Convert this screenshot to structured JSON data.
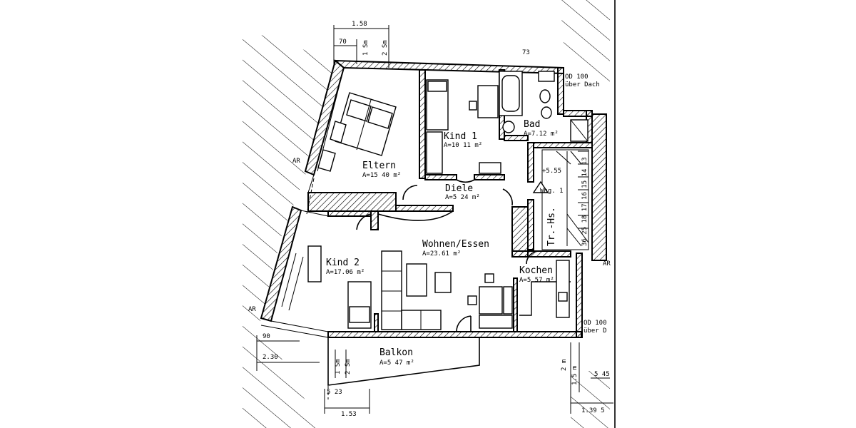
{
  "rooms": {
    "eltern": {
      "name": "Eltern",
      "area": "A=15 40 m²"
    },
    "kind1": {
      "name": "Kind 1",
      "area": "A=10 11 m²"
    },
    "bad": {
      "name": "Bad",
      "area": "A=7.12 m²"
    },
    "diele": {
      "name": "Diele",
      "area": "A=5 24 m²"
    },
    "wohnen": {
      "name": "Wohnen/Essen",
      "area": "A=23.61 m²"
    },
    "kind2": {
      "name": "Kind 2",
      "area": "A=17.06 m²"
    },
    "kochen": {
      "name": "Kochen",
      "area": "A=5 57 m²"
    },
    "balkon": {
      "name": "Balkon",
      "area": "A=5 47 m²"
    },
    "treppenhaus": {
      "name": "Tr.-Hs."
    },
    "wohnung": {
      "name": "Whg. 1"
    }
  },
  "levels": {
    "stair_level": "+5.55",
    "ok_top": "OD 100",
    "ok_top_note": "über Dach",
    "ok_bottom": "OD 100",
    "ok_bottom_note": "über D"
  },
  "dimensions": {
    "top_158": "1.58",
    "top_70": "70",
    "top_1sm": "1 Sm",
    "top_2sm": "2 Sm",
    "top_73": "73",
    "left_90": "90",
    "left_230": "2.30",
    "bottom_1sm": "1 Sm",
    "bottom_2sm": "2 Sm",
    "bottom_523": "5 23",
    "bottom_153": "1.53",
    "right_2m": "2 m",
    "right_15m": "1.5 m",
    "right_545": "5 45",
    "right_1395": "1.39 5",
    "ar_left": "AR",
    "ar_right": "AR",
    "ar_top": "AR",
    "stair_numbers": "36 25 18 17 16 15 14 13"
  }
}
